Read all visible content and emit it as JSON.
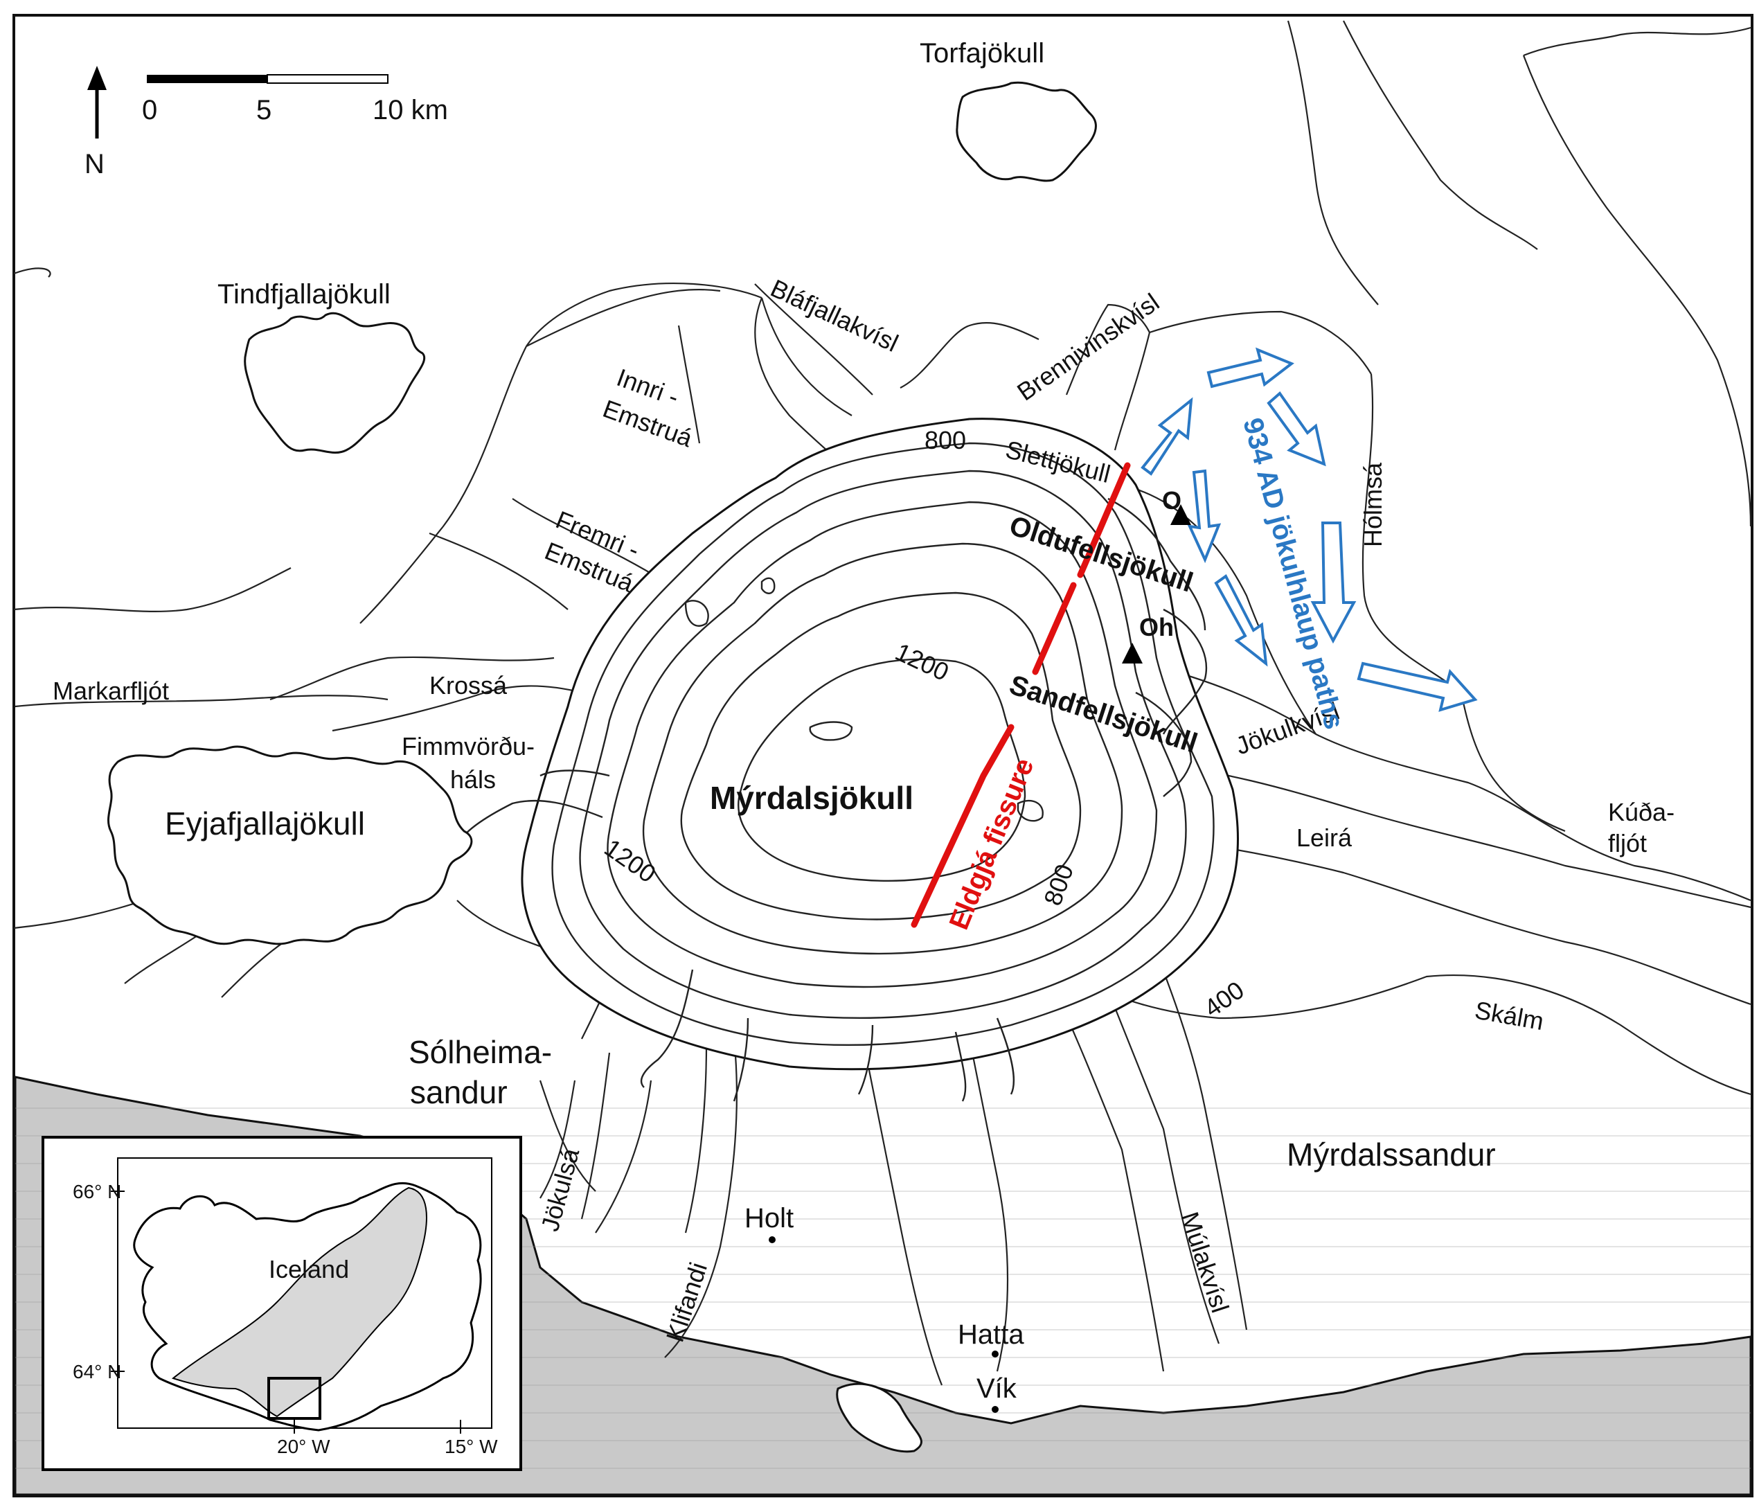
{
  "map": {
    "north_label": "N",
    "scale": {
      "ticks": [
        "0",
        "5",
        "10 km"
      ]
    },
    "ice_caps": {
      "torfajokull": "Torfajökull",
      "tindfjallajokull": "Tindfjallajökull",
      "eyjafjallajokull": "Eyjafjallajökull",
      "myrdalsjokull": "Mýrdalsjökull"
    },
    "outlet_glaciers": {
      "slettjokull": "Slettjökull",
      "oldufellsjokull": "Oldufellsjökull",
      "sandfellsjokull": "Sandfellsjökull"
    },
    "rivers": {
      "blafjallakvisl": "Bláfjallakvísl",
      "brennivinskvisl": "Brennivinskvísl",
      "innri_emstrua_1": "Innri -",
      "innri_emstrua_2": "Emstruá",
      "fremri_emstrua_1": "Fremri -",
      "fremri_emstrua_2": "Emstruá",
      "markarfljot": "Markarfljót",
      "krossa": "Krossá",
      "holmsa": "Hólmsá",
      "jokulkvisl": "Jökulkvísl",
      "leira": "Leirá",
      "kudafljot_1": "Kúða-",
      "kudafljot_2": "fljót",
      "skalm": "Skálm",
      "jokulsa": "Jökulsá",
      "klifandi": "Klifandi",
      "mulakvisl": "Múlakvísl"
    },
    "areas": {
      "fimmvorduhals_1": "Fimmvörðu-",
      "fimmvorduhals_2": "háls",
      "solheimasandur_1": "Sólheima-",
      "solheimasandur_2": "sandur",
      "myrdalssandur": "Mýrdalssandur"
    },
    "places": {
      "holt": "Holt",
      "hatta": "Hatta",
      "vik": "Vík"
    },
    "stations": {
      "o": "O",
      "oh": "Oh"
    },
    "contours": {
      "c800_north": "800",
      "c1200_center": "1200",
      "c1200_southwest": "1200",
      "c800_southeast": "800",
      "c400_southeast": "400"
    },
    "annotations": {
      "fissure": "Eldgjá fissure",
      "jokulhlaup": "934 AD jökulhlaup paths"
    },
    "inset": {
      "country": "Iceland",
      "lat_66": "66° N",
      "lat_64": "64° N",
      "lon_20": "20° W",
      "lon_15": "15° W"
    },
    "colors": {
      "fissure": "#e01010",
      "jokulhlaup_arrows": "#2a78c4",
      "sea": "#c9c9c9",
      "lines": "#222222"
    }
  }
}
